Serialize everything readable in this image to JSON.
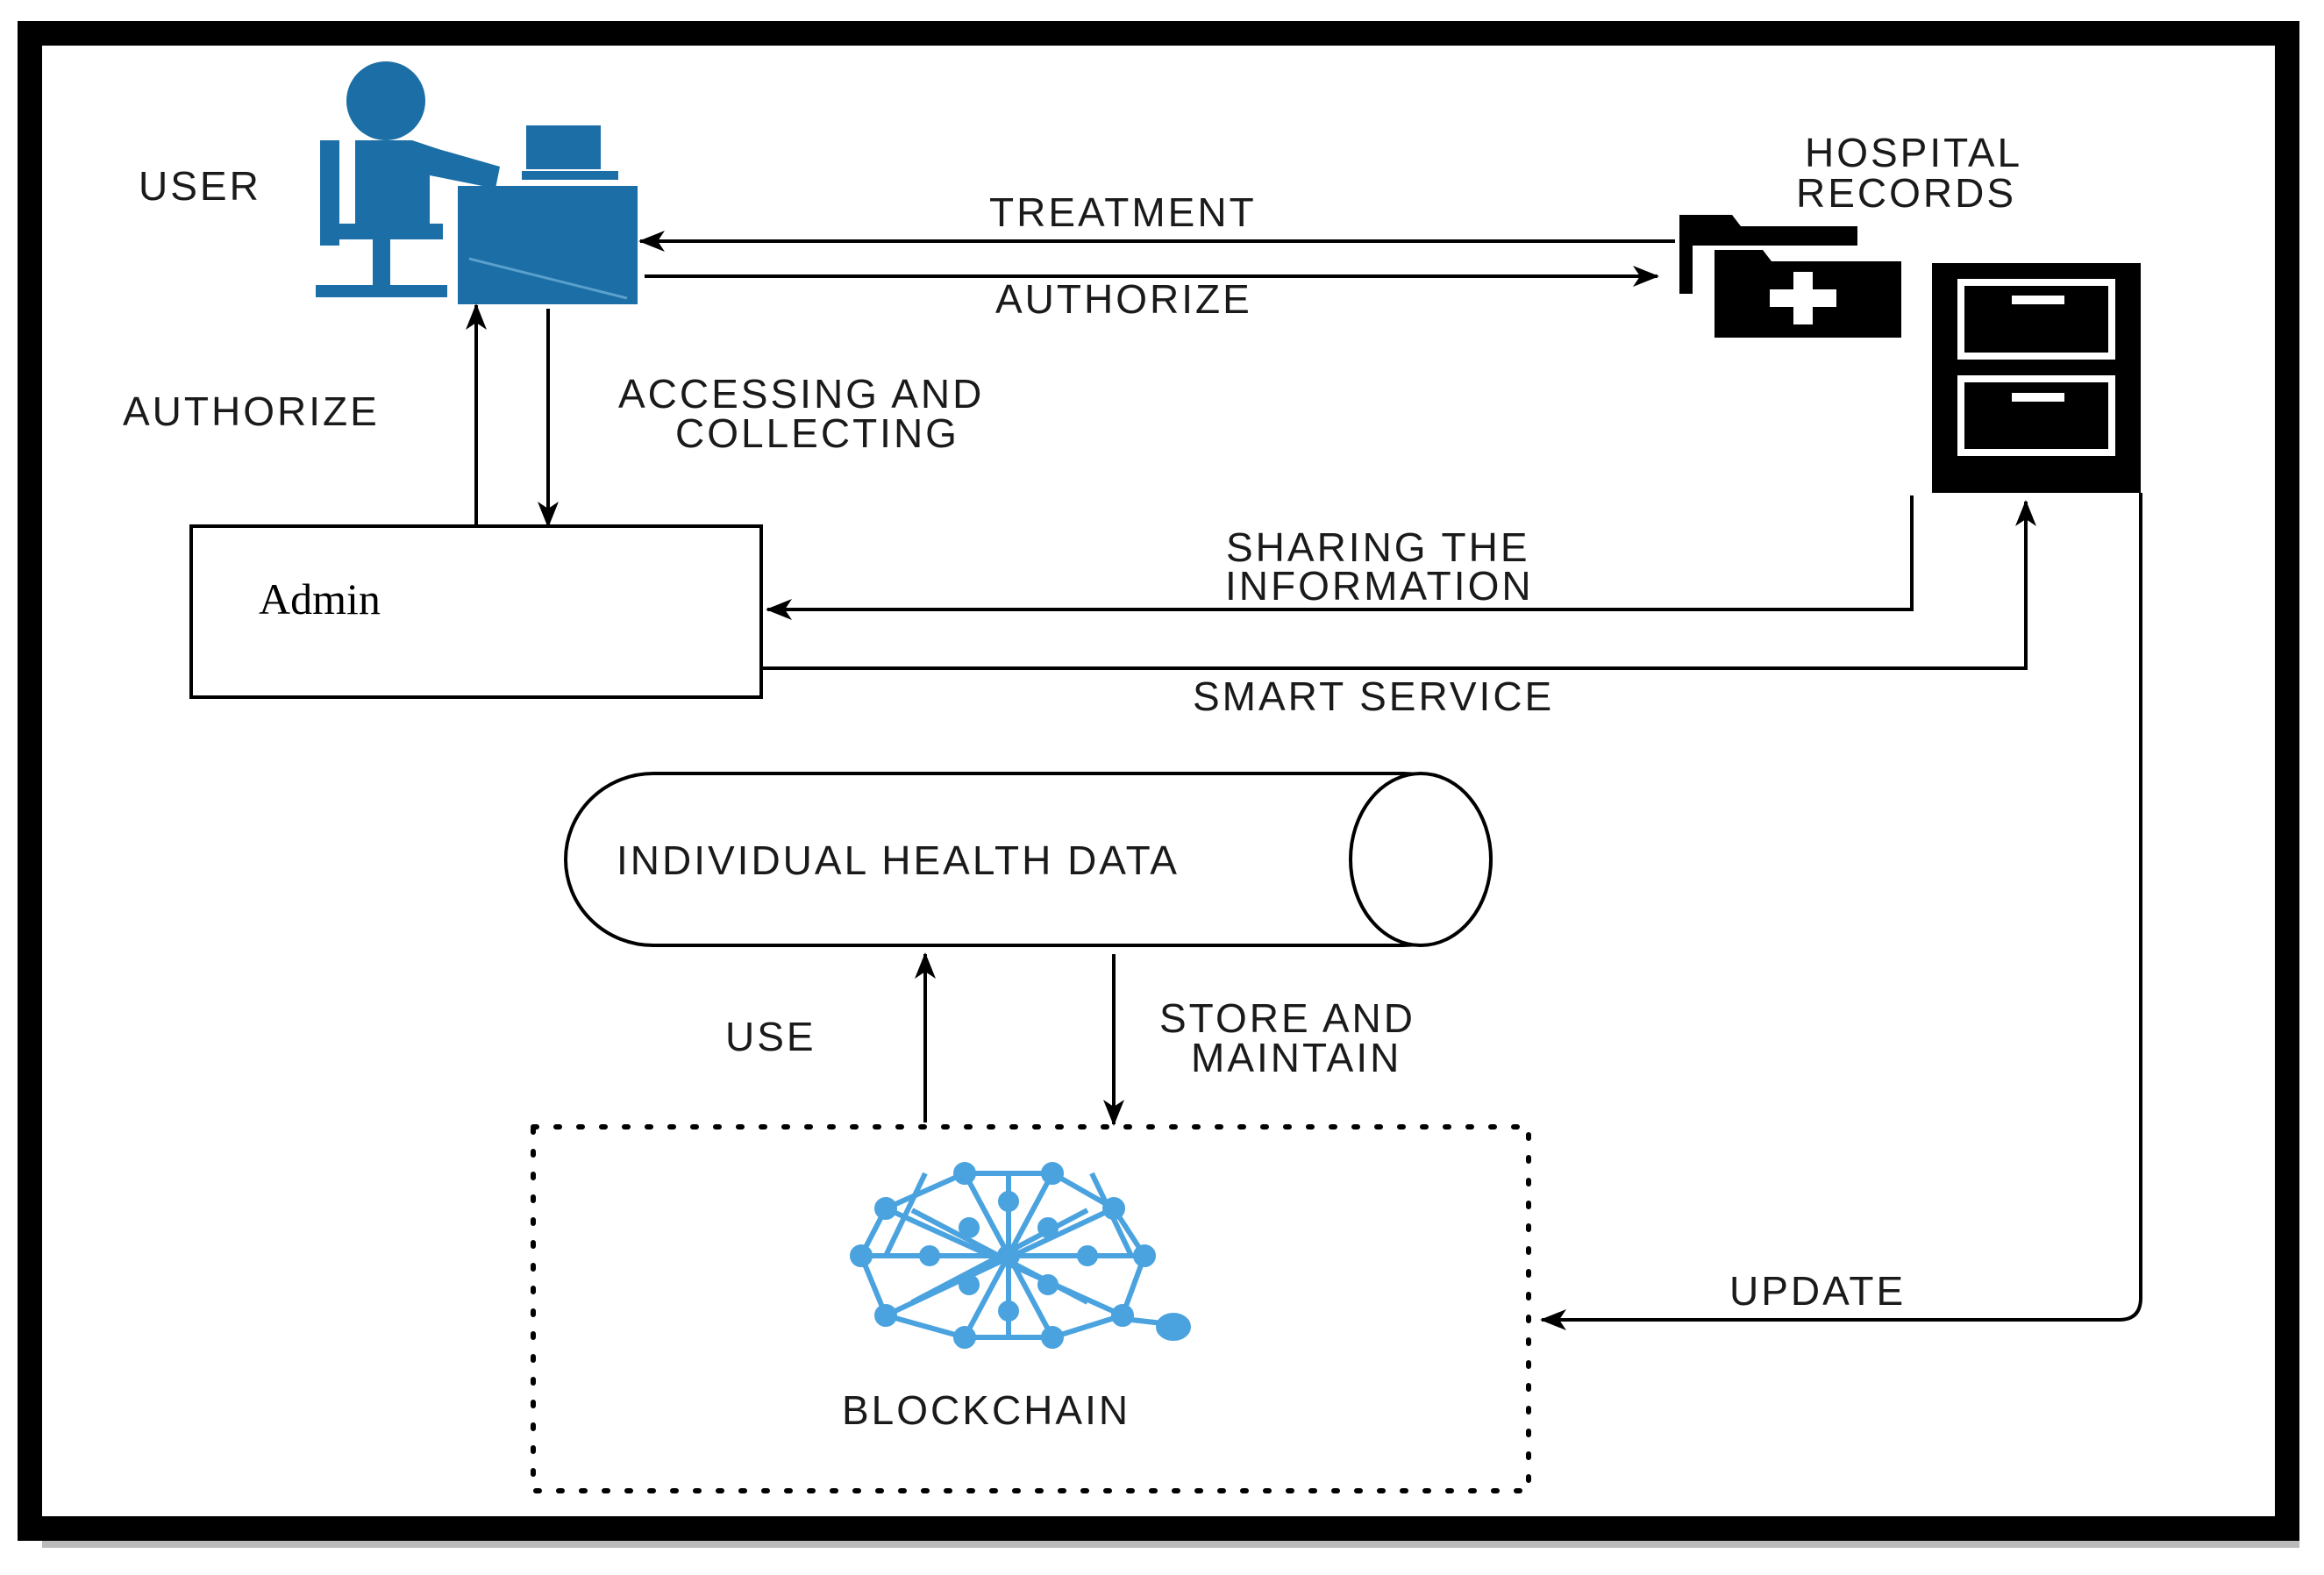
{
  "nodes": {
    "user": {
      "label": "USER"
    },
    "hospital_records": {
      "label_line1": "HOSPITAL",
      "label_line2": "RECORDS"
    },
    "admin": {
      "label": "Admin"
    },
    "health_data": {
      "label": "INDIVIDUAL HEALTH DATA"
    },
    "blockchain": {
      "label": "BLOCKCHAIN"
    }
  },
  "edges": {
    "treatment": "TREATMENT",
    "authorize_top": "AUTHORIZE",
    "authorize_left": "AUTHORIZE",
    "accessing_line1": "ACCESSING AND",
    "accessing_line2": "COLLECTING",
    "sharing_line1": "SHARING THE",
    "sharing_line2": "INFORMATION",
    "smart_service": "SMART SERVICE",
    "use": "USE",
    "store_line1": "STORE AND",
    "store_line2": "MAINTAIN",
    "update": "UPDATE"
  },
  "colors": {
    "user_icon": "#1b6ea6",
    "blockchain_icon": "#4aa3df",
    "frame": "#000000",
    "line": "#000000"
  }
}
